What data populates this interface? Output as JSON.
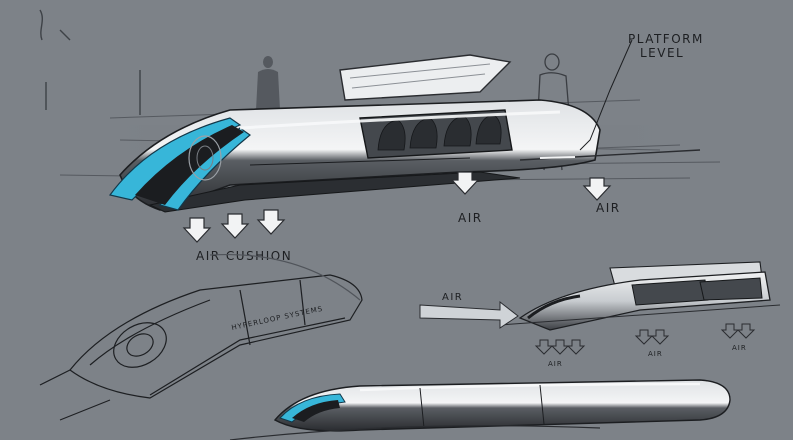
{
  "annotations": {
    "platform_level_line1": "PLATFORM",
    "platform_level_line2": "LEVEL",
    "air_top_mid": "AIR",
    "air_top_right": "AIR",
    "air_cushion": "AIR CUSHION",
    "air_side_arrow": "AIR",
    "air_small_1": "AIR",
    "air_small_2": "AIR",
    "air_small_3": "AIR",
    "hyperloop_systems": "HYPERLOOP SYSTEMS"
  },
  "colors": {
    "background": "#7d8288",
    "ink": "#1d1f22",
    "accent_cyan": "#37b6d9",
    "highlight": "#f2f3f4"
  }
}
